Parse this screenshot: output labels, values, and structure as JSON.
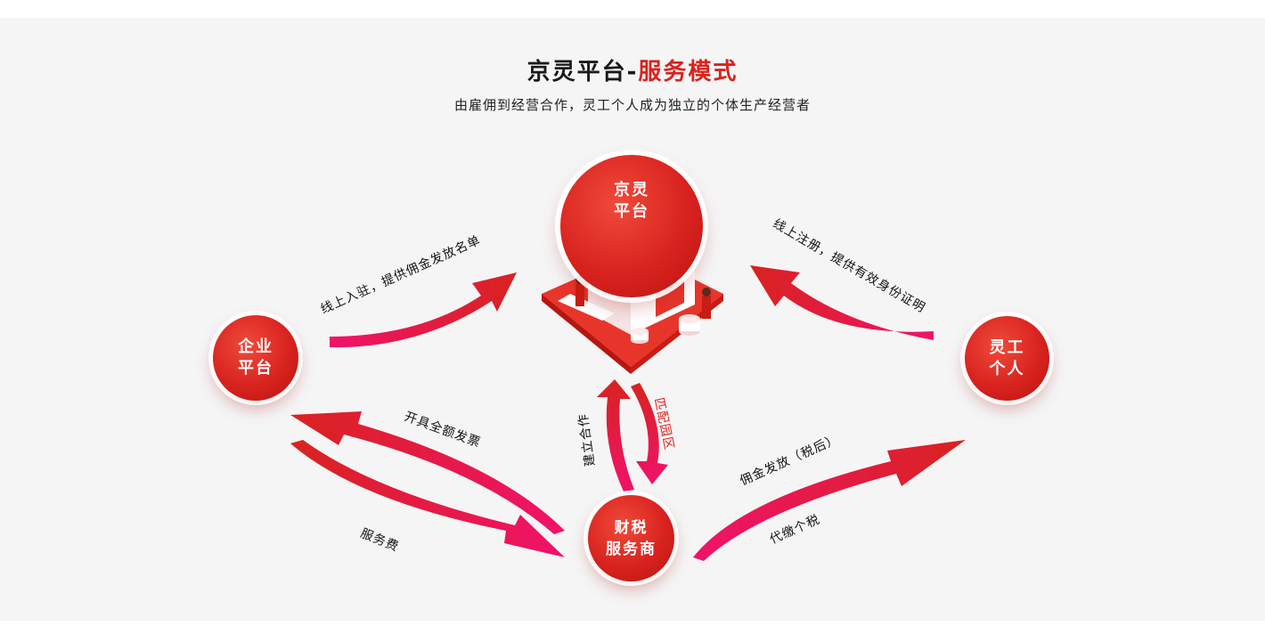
{
  "header": {
    "title_main": "京灵平台-",
    "title_accent": "服务模式",
    "subtitle": "由雇佣到经营合作，灵工个人成为独立的个体生产经营者"
  },
  "nodes": {
    "platform": {
      "line1": "京灵",
      "line2": "平台"
    },
    "enterprise": {
      "line1": "企业",
      "line2": "平台"
    },
    "worker": {
      "line1": "灵工",
      "line2": "个人"
    },
    "service": {
      "line1": "财税",
      "line2": "服务商"
    }
  },
  "flows": {
    "enterprise_to_platform": "线上入驻，提供佣金发放名单",
    "worker_to_platform": "线上注册，提供有效身份证明",
    "service_to_enterprise": "开具全额发票",
    "enterprise_to_service": "服务费",
    "service_to_platform": "建立合作",
    "platform_to_service": "匹配园区",
    "service_to_worker_top": "佣金发放（税后）",
    "service_to_worker_bottom": "代缴个税"
  },
  "colors": {
    "brand_red": "#d8231f",
    "arrow_pink": "#f0126a",
    "panel_bg": "#f5f5f5"
  }
}
